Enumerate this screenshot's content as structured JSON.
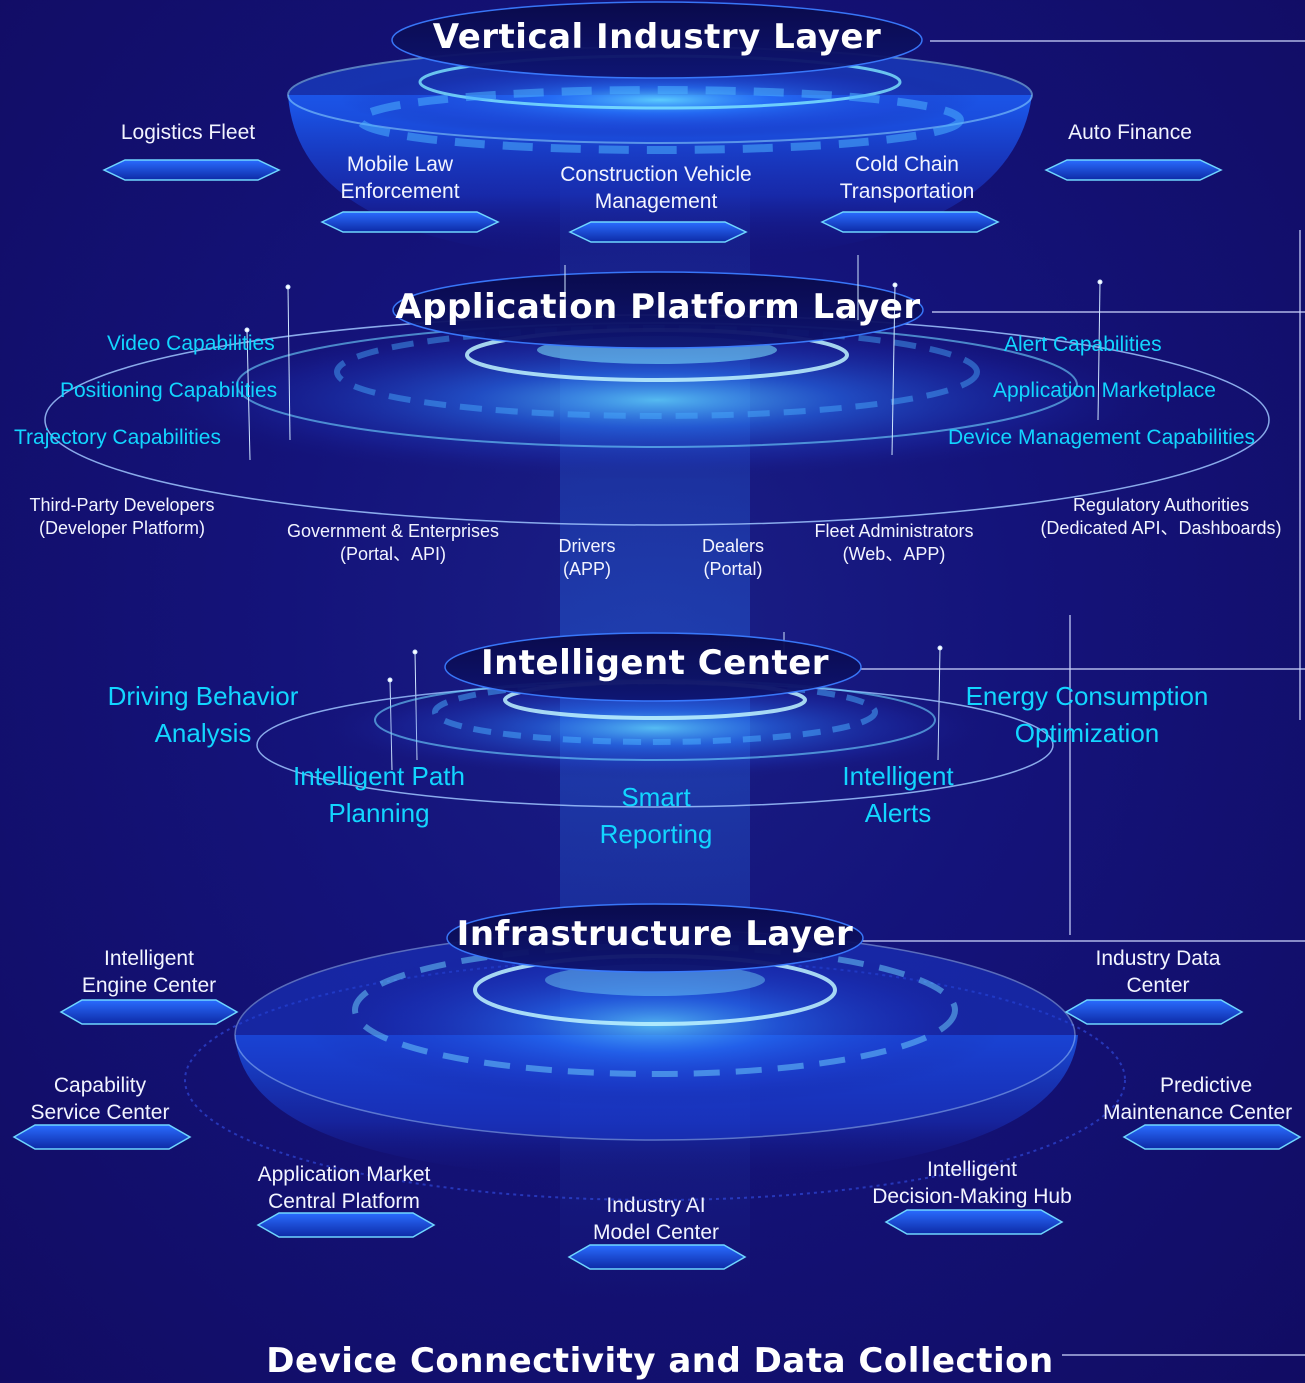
{
  "layers": {
    "vertical": {
      "title": "Vertical Industry Layer",
      "items": {
        "logistics_fleet": "Logistics Fleet",
        "auto_finance": "Auto Finance",
        "mobile_law_1": "Mobile Law",
        "mobile_law_2": "Enforcement",
        "construction_1": "Construction Vehicle",
        "construction_2": "Management",
        "cold_chain_1": "Cold Chain",
        "cold_chain_2": "Transportation"
      }
    },
    "application": {
      "title": "Application Platform Layer",
      "capabilities_left": [
        "Video Capabilities",
        "Positioning Capabilities",
        "Trajectory Capabilities"
      ],
      "capabilities_right": [
        "Alert Capabilities",
        "Application Marketplace",
        "Device Management Capabilities"
      ],
      "users": {
        "third_party_1": "Third-Party Developers",
        "third_party_2": "(Developer Platform)",
        "gov_1": "Government & Enterprises",
        "gov_2": "(Portal、API)",
        "drivers_1": "Drivers",
        "drivers_2": "(APP)",
        "dealers_1": "Dealers",
        "dealers_2": "(Portal)",
        "fleet_1": "Fleet Administrators",
        "fleet_2": "(Web、APP)",
        "reg_1": "Regulatory Authorities",
        "reg_2": "(Dedicated API、Dashboards)"
      }
    },
    "intelligent": {
      "title": "Intelligent Center",
      "items": {
        "driving_1": "Driving Behavior",
        "driving_2": "Analysis",
        "energy_1": "Energy Consumption",
        "energy_2": "Optimization",
        "path_1": "Intelligent Path",
        "path_2": "Planning",
        "report_1": "Smart",
        "report_2": "Reporting",
        "alerts_1": "Intelligent",
        "alerts_2": "Alerts"
      }
    },
    "infrastructure": {
      "title": "Infrastructure Layer",
      "items": {
        "engine_1": "Intelligent",
        "engine_2": "Engine Center",
        "idc_1": "Industry Data",
        "idc_2": "Center",
        "cap_1": "Capability",
        "cap_2": "Service Center",
        "pred_1": "Predictive",
        "pred_2": "Maintenance Center",
        "market_1": "Application Market",
        "market_2": "Central Platform",
        "ai_1": "Industry AI",
        "ai_2": "Model Center",
        "hub_1": "Intelligent",
        "hub_2": "Decision-Making Hub"
      }
    },
    "device": {
      "title": "Device Connectivity and Data Collection"
    }
  },
  "colors": {
    "background": "#14137a",
    "accent_cyan": "#12d6ff",
    "glow_blue": "#2a7bff",
    "text_white": "#ffffff"
  }
}
